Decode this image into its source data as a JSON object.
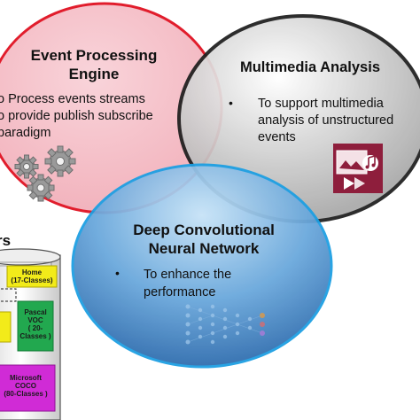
{
  "colors": {
    "event_circle_fill": "#f2b3bd",
    "event_circle_stroke": "#e11d2c",
    "multimedia_circle_fill": "#d9d9d9",
    "multimedia_circle_stroke": "#1e1e1e",
    "dcnn_circle_fill": "#4d95d6",
    "dcnn_circle_stroke": "#1c9fe3",
    "dataset_box_fill": "#f2eb1a",
    "voc_box_fill": "#22a84f",
    "coco_box_fill": "#d02bd6"
  },
  "event_processing": {
    "title_line1": "Event Processing",
    "title_line2": "Engine",
    "bullets": [
      "o Process events streams",
      "o provide publish subscribe",
      "paradigm"
    ],
    "icon": "gears-icon"
  },
  "multimedia": {
    "title": "Multimedia Analysis",
    "bullet_mark": "•",
    "bullet_line1": "To support multimedia",
    "bullet_line2": "analysis of unstructured",
    "bullet_line3": "events",
    "icon": "media-player-icon"
  },
  "dcnn": {
    "title_line1": "Deep Convolutional",
    "title_line2": "Neural Network",
    "bullet_mark": "•",
    "bullet_line1": "To enhance the",
    "bullet_line2": "performance",
    "icon": "neural-network-icon"
  },
  "datasets": {
    "header_partial": "rs",
    "home_line1": "Home",
    "home_line2": "(17-Classes)",
    "voc_line1": "Pascal",
    "voc_line2": "VOC",
    "voc_line3": "( 20-",
    "voc_line4": "Classes )",
    "coco_line1": "Microsoft",
    "coco_line2": "COCO",
    "coco_line3": "(80-Classes )"
  }
}
